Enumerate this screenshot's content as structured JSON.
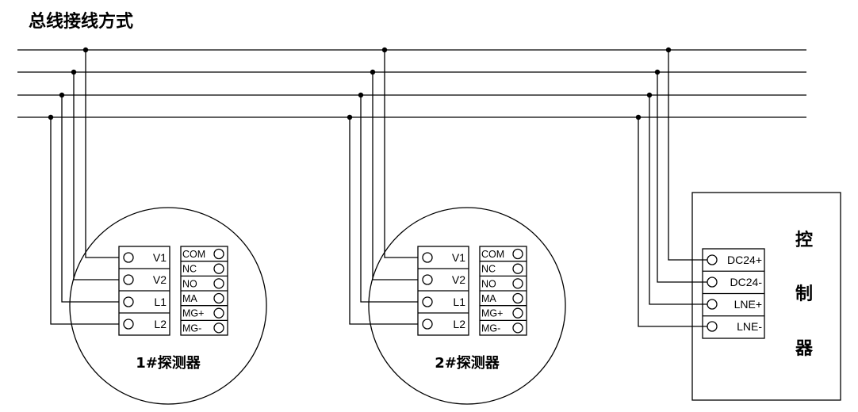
{
  "title": "总线接线方式",
  "detectors": [
    {
      "label": "1#探测器",
      "bus_terminals": [
        "V1",
        "V2",
        "L1",
        "L2"
      ],
      "relay_terminals": [
        "COM",
        "NC",
        "NO",
        "MA",
        "MG+",
        "MG-"
      ]
    },
    {
      "label": "2#探测器",
      "bus_terminals": [
        "V1",
        "V2",
        "L1",
        "L2"
      ],
      "relay_terminals": [
        "COM",
        "NC",
        "NO",
        "MA",
        "MG+",
        "MG-"
      ]
    }
  ],
  "controller": {
    "label_chars": [
      "控",
      "制",
      "器"
    ],
    "terminals": [
      "DC24+",
      "DC24-",
      "LNE+",
      "LNE-"
    ]
  }
}
